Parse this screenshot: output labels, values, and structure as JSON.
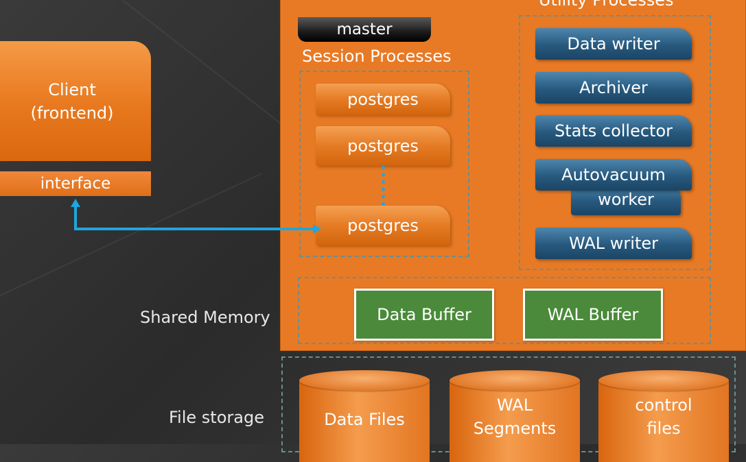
{
  "client": {
    "line1": "Client",
    "line2": "(frontend)",
    "interface": "interface"
  },
  "server": {
    "master": "master",
    "session_label": "Session  Processes",
    "utility_label": "Utility Processes",
    "session_processes": [
      "postgres",
      "postgres",
      "postgres"
    ],
    "utility_processes": [
      "Data writer",
      "Archiver",
      "Stats collector",
      "Autovacuum",
      "worker",
      "WAL writer"
    ],
    "shared_memory_label": "Shared Memory",
    "buffers": [
      "Data Buffer",
      "WAL Buffer"
    ]
  },
  "storage": {
    "label": "File storage",
    "files": [
      {
        "line1": "Data Files",
        "line2": ""
      },
      {
        "line1": "WAL",
        "line2": "Segments"
      },
      {
        "line1": "control",
        "line2": "files"
      }
    ]
  },
  "colors": {
    "orange": "#e87a25",
    "blue": "#27597e",
    "green": "#4a8a3a",
    "connector": "#1ea6e0"
  }
}
